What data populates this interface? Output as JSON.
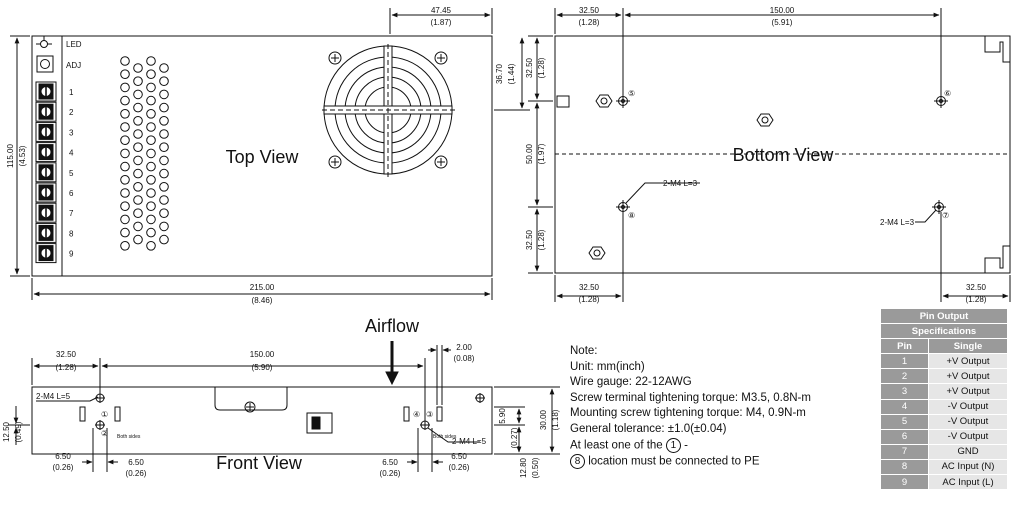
{
  "views": {
    "top": "Top View",
    "bottom": "Bottom View",
    "front": "Front View",
    "airflow": "Airflow"
  },
  "top_view": {
    "led": "LED",
    "adj": "ADJ",
    "terminal_labels": [
      "1",
      "2",
      "3",
      "4",
      "5",
      "6",
      "7",
      "8",
      "9"
    ],
    "dims": {
      "fan_offset": "47.45",
      "fan_offset_in": "(1.87)",
      "fan_height": "36.70",
      "fan_height_in": "(1.44)",
      "height": "115.00",
      "height_in": "(4.53)",
      "width": "215.00",
      "width_in": "(8.46)"
    }
  },
  "bottom_view": {
    "dims": {
      "left": "32.50",
      "left_in": "(1.28)",
      "span": "150.00",
      "span_in": "(5.91)",
      "top": "32.50",
      "top_in": "(1.28)",
      "middle": "50.00",
      "middle_in": "(1.97)",
      "bottom": "32.50",
      "bottom_in": "(1.28)",
      "bl": "32.50",
      "bl_in": "(1.28)",
      "br": "32.50",
      "br_in": "(1.28)"
    },
    "callout_left": "2-M4 L=3",
    "callout_right": "2-M4 L=3",
    "hole_nums": [
      "⑤",
      "⑥",
      "⑧",
      "⑦"
    ]
  },
  "front_view": {
    "dims": {
      "left": "32.50",
      "left_in": "(1.28)",
      "span": "150.00",
      "span_in": "(5.90)",
      "right_gap": "2.00",
      "right_gap_in": "(0.08)",
      "side_height": "12.50",
      "side_height_in": "(0.49)",
      "slot_l1": "6.50",
      "slot_l1_in": "(0.26)",
      "slot_l2": "6.50",
      "slot_l2_in": "(0.26)",
      "slot_r1": "6.50",
      "slot_r1_in": "(0.26)",
      "slot_r2": "6.50",
      "slot_r2_in": "(0.26)",
      "h_590": "5.90",
      "h_590_in": "(0.27)",
      "h_3000": "30.00",
      "h_3000_in": "(1.18)",
      "h_1280": "12.80",
      "h_1280_in": "(0.50)"
    },
    "callout_left": "2-M4 L=5",
    "callout_right": "2-M4 L=5",
    "both_sides_left": "Both sides",
    "both_sides_right": "Both sides",
    "hole_nums": [
      "①",
      "②",
      "④",
      "③"
    ]
  },
  "notes": {
    "title": "Note:",
    "unit": "Unit: mm(inch)",
    "wire": "Wire gauge: 22-12AWG",
    "screw": "Screw terminal tightening torque: M3.5, 0.8N-m",
    "mount": "Mounting screw tightening torque: M4, 0.9N-m",
    "tolerance": "General tolerance: ±1.0(±0.04)",
    "atleast_prefix": "At least one of the",
    "circle_1": "1",
    "atleast_suffix": " -",
    "circle_8": "8",
    "pe": " location must be connected to PE"
  },
  "pin_table": {
    "title_line1": "Pin Output",
    "title_line2": "Specifications",
    "col_pin": "Pin",
    "col_single": "Single",
    "rows": [
      {
        "pin": "1",
        "fn": "+V Output"
      },
      {
        "pin": "2",
        "fn": "+V Output"
      },
      {
        "pin": "3",
        "fn": "+V Output"
      },
      {
        "pin": "4",
        "fn": "-V Output"
      },
      {
        "pin": "5",
        "fn": "-V Output"
      },
      {
        "pin": "6",
        "fn": "-V Output"
      },
      {
        "pin": "7",
        "fn": "GND"
      },
      {
        "pin": "8",
        "fn": "AC Input (N)"
      },
      {
        "pin": "9",
        "fn": "AC Input (L)"
      }
    ]
  }
}
